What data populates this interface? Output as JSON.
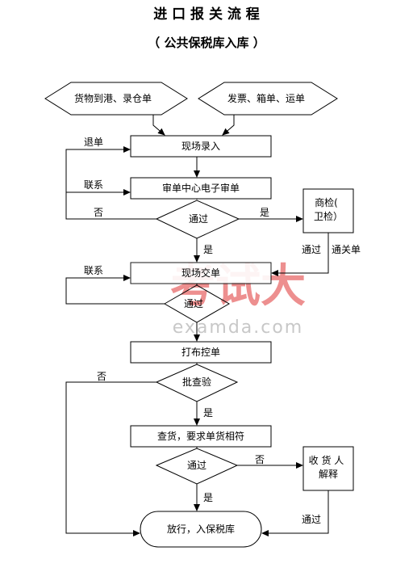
{
  "header": {
    "title": "进 口 报 关 流 程",
    "subtitle": "（ 公共保税库入库 ）"
  },
  "nodes": {
    "goods_arrival": "货物到港、录仓单",
    "invoice": "发票、箱单、运单",
    "onsite_entry": "现场录入",
    "review_center": "审单中心电子审单",
    "pass_decision_1": "通过",
    "inspection": "商检(卫检）",
    "onsite_submit": "现场交单",
    "pass_decision_2": "通过",
    "print_control": "打布控单",
    "approve_inspect": "批查验",
    "check_goods": "查货，要求单货相符",
    "pass_decision_3": "通过",
    "consignee_explain": "收 货 人 解释",
    "release": "放行，入保税库"
  },
  "edge_labels": {
    "return_doc": "退单",
    "contact_1": "联系",
    "no_1": "否",
    "yes_1": "是",
    "yes_2": "是",
    "pass_a": "通过",
    "customs_clearance": "通关单",
    "contact_2": "联系",
    "no_2": "否",
    "yes_3": "是",
    "no_3": "否",
    "yes_4": "是",
    "pass_b": "通过"
  },
  "watermark": {
    "brand": "考试大",
    "site": "examda.com"
  }
}
